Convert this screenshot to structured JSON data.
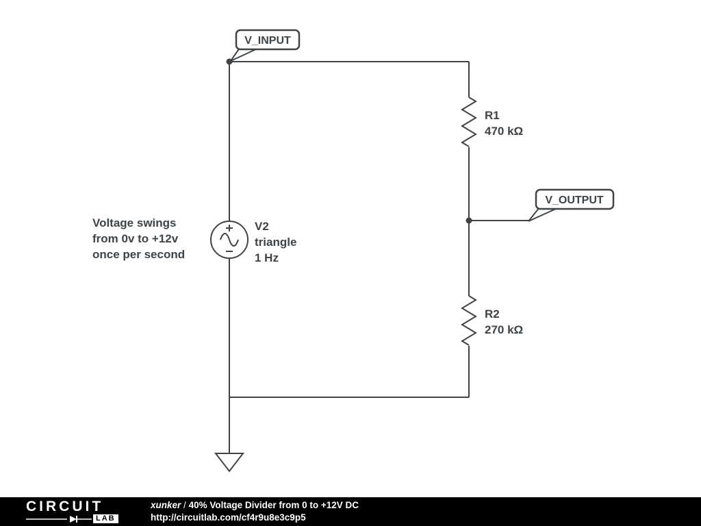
{
  "colors": {
    "schematic": "#3d4347",
    "footer_bg": "#000000",
    "footer_text": "#ffffff"
  },
  "flags": {
    "v_input": "V_INPUT",
    "v_output": "V_OUTPUT"
  },
  "components": {
    "v2": {
      "name": "V2",
      "waveform": "triangle",
      "frequency": "1 Hz"
    },
    "r1": {
      "name": "R1",
      "value": "470 kΩ"
    },
    "r2": {
      "name": "R2",
      "value": "270 kΩ"
    }
  },
  "annotation": {
    "line1": "Voltage swings",
    "line2": "from 0v to +12v",
    "line3": "once per second"
  },
  "footer": {
    "logo_top": "CIRCUIT",
    "logo_bottom": "LAB",
    "author": "xunker",
    "separator": "/",
    "title": "40% Voltage Divider from 0 to +12V DC",
    "url": "http://circuitlab.com/cf4r9u8e3c9p5"
  }
}
